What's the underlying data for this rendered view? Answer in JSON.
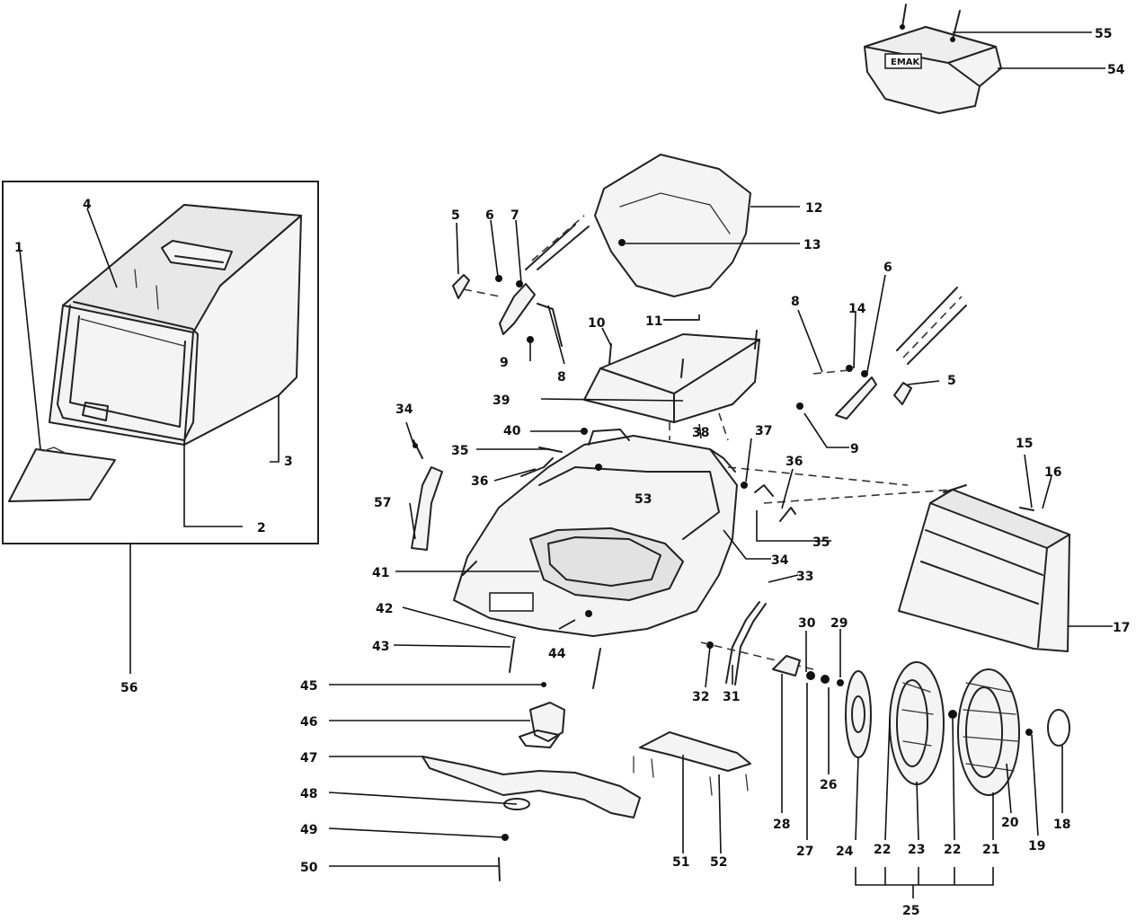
{
  "brand_mark": "EMAK",
  "labels": {
    "n1": "1",
    "n2": "2",
    "n3": "3",
    "n4": "4",
    "n5": "5",
    "n6": "6",
    "n7": "7",
    "n8": "8",
    "n9": "9",
    "n10": "10",
    "n11": "11",
    "n12": "12",
    "n13": "13",
    "n14": "14",
    "n15": "15",
    "n16": "16",
    "n17": "17",
    "n18": "18",
    "n19": "19",
    "n20": "20",
    "n21": "21",
    "n22": "22",
    "n23": "23",
    "n24": "24",
    "n25": "25",
    "n26": "26",
    "n27": "27",
    "n28": "28",
    "n29": "29",
    "n30": "30",
    "n31": "31",
    "n32": "32",
    "n33": "33",
    "n34": "34",
    "n35": "35",
    "n36": "36",
    "n37": "37",
    "n38": "38",
    "n39": "39",
    "n40": "40",
    "n41": "41",
    "n42": "42",
    "n43": "43",
    "n44": "44",
    "n45": "45",
    "n46": "46",
    "n47": "47",
    "n48": "48",
    "n49": "49",
    "n50": "50",
    "n51": "51",
    "n52": "52",
    "n53": "53",
    "n54": "54",
    "n55": "55",
    "n56": "56",
    "n57": "57"
  }
}
